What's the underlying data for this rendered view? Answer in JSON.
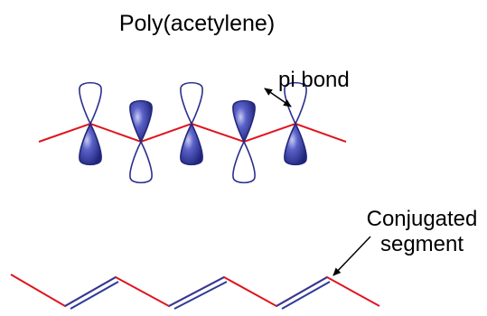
{
  "title": "Poly(acetylene)",
  "pi_bond_label": "pi bond",
  "conjugated_label": {
    "line1": "Conjugated",
    "line2": "segment"
  },
  "colors": {
    "chain": "#e0141e",
    "double_bond": "#2e3a9a",
    "orbital_fill": "#3c44b0",
    "orbital_stroke": "#23287a",
    "orbital_outline": "#2a2f8c",
    "arrow": "#000000"
  }
}
